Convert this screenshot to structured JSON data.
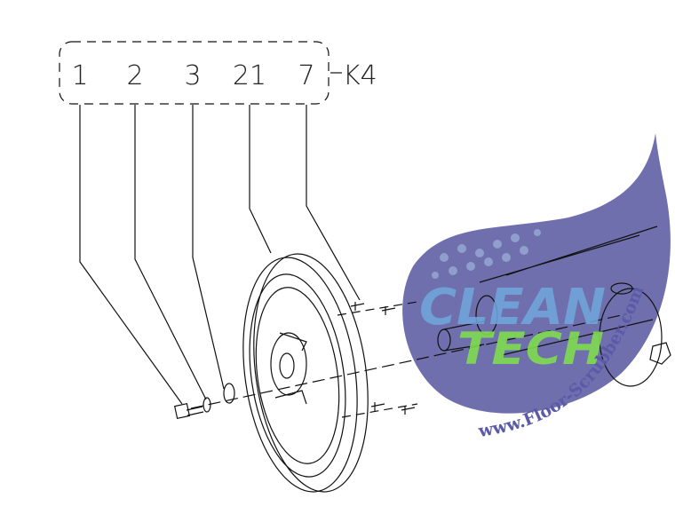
{
  "callout": {
    "part_numbers": [
      "1",
      "2",
      "3",
      "21",
      "7"
    ],
    "kit_label": "K4"
  },
  "watermark": {
    "logo_line1": "CLEAN",
    "logo_line2": "TECH",
    "url": "www.Floor-Scrubber.com",
    "colors": {
      "drop": "#6f6fae",
      "clean": "#6fa8dc",
      "tech": "#7fdc4f",
      "url": "#5a5aa8"
    }
  }
}
